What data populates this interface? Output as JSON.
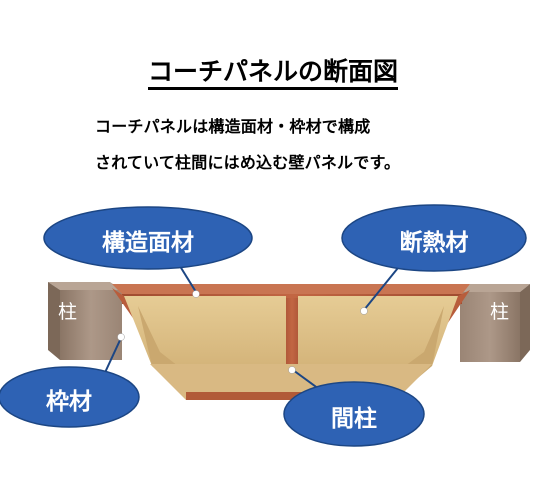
{
  "title": "コーチパネルの断面図",
  "description": {
    "line1": "コーチパネルは構造面材・枠材で構成",
    "line2": "されていて柱間にはめ込む壁パネルです。"
  },
  "labels": {
    "structural_board": "構造面材",
    "insulation": "断熱材",
    "frame": "枠材",
    "stud": "間柱",
    "pillar_left": "柱",
    "pillar_right": "柱"
  },
  "colors": {
    "callout_fill": "#2e62b4",
    "callout_stroke": "#1c4684",
    "frame_wood": "#b35a3a",
    "panel_board": "#dfc38b",
    "pillar": "#a58f7e"
  }
}
